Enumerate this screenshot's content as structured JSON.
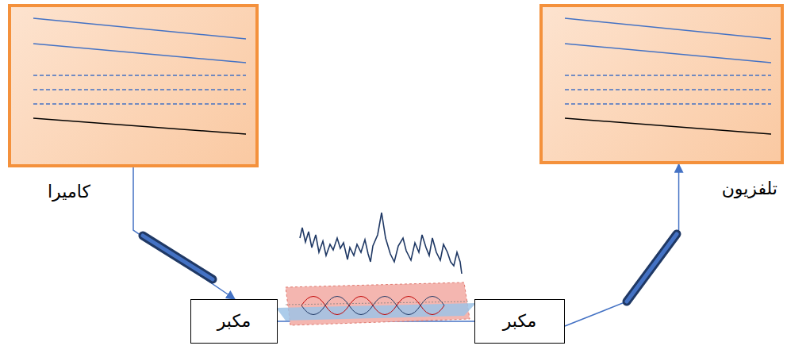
{
  "diagram": {
    "nodes": [
      {
        "text": [
          "كاميرا"
        ]
      },
      {
        "text": [
          "مكبر"
        ]
      },
      {
        "text": [
          "مكبر"
        ]
      },
      {
        "text": [
          "تلفزيون"
        ]
      }
    ],
    "edges": [
      {
        "from": 0,
        "to": 1,
        "arrow": "to"
      },
      {
        "from": 1,
        "to": 2,
        "arrow": "none"
      },
      {
        "from": 2,
        "to": 3,
        "arrow": "to"
      }
    ]
  }
}
